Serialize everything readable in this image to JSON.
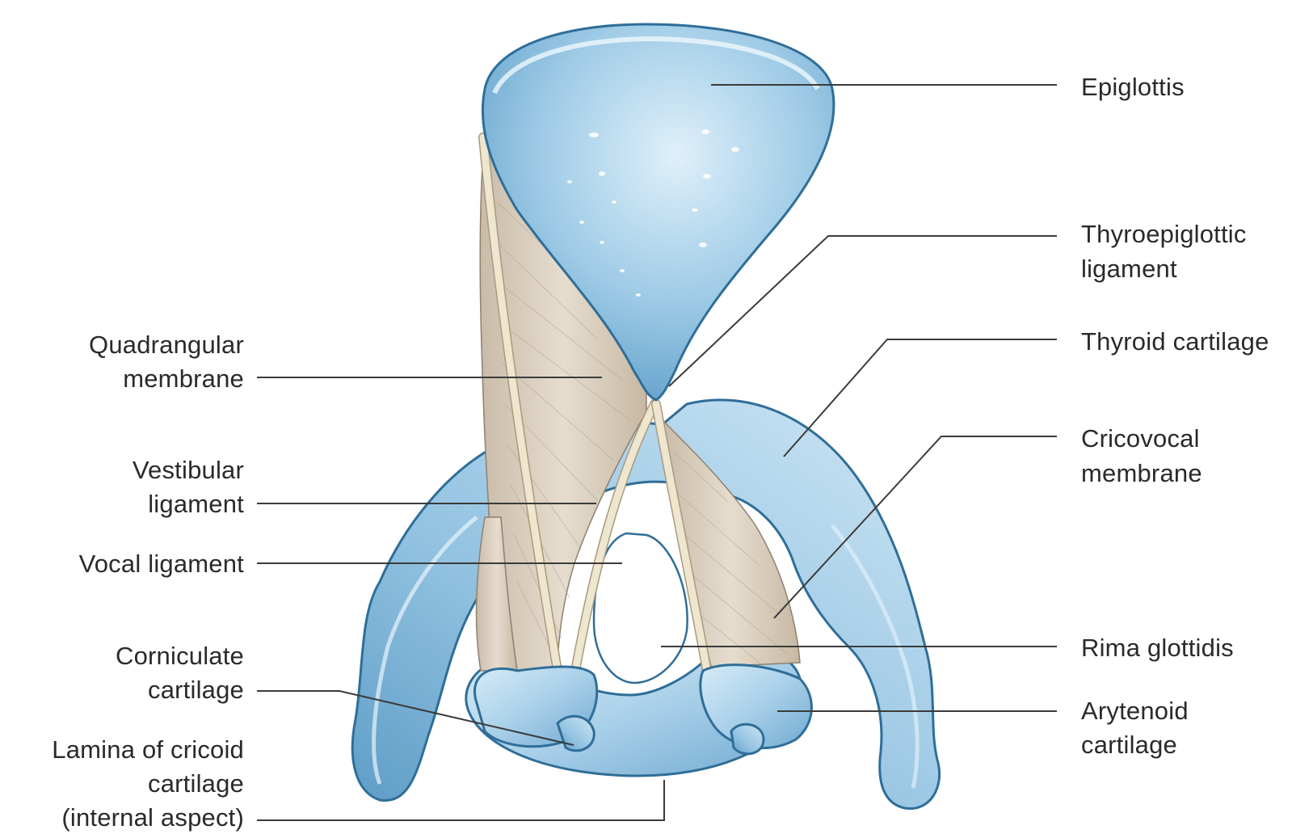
{
  "labels": {
    "epiglottis": "Epiglottis",
    "thyroepiglottic_1": "Thyroepiglottic",
    "thyroepiglottic_2": "ligament",
    "thyroid_cartilage": "Thyroid cartilage",
    "cricovocal_1": "Cricovocal",
    "cricovocal_2": "membrane",
    "rima_glottidis": "Rima glottidis",
    "arytenoid_1": "Arytenoid",
    "arytenoid_2": "cartilage",
    "quadrangular_1": "Quadrangular",
    "quadrangular_2": "membrane",
    "vestibular_1": "Vestibular",
    "vestibular_2": "ligament",
    "vocal_ligament": "Vocal ligament",
    "corniculate_1": "Corniculate",
    "corniculate_2": "cartilage",
    "lamina_1": "Lamina of cricoid",
    "lamina_2": "cartilage",
    "lamina_3": "(internal aspect)"
  },
  "colors": {
    "cartilage_light": "#c8e2f2",
    "cartilage_mid": "#8fc0df",
    "cartilage_outline": "#2f6e98",
    "membrane": "#d9cfc0",
    "ligament": "#efe6cf"
  }
}
